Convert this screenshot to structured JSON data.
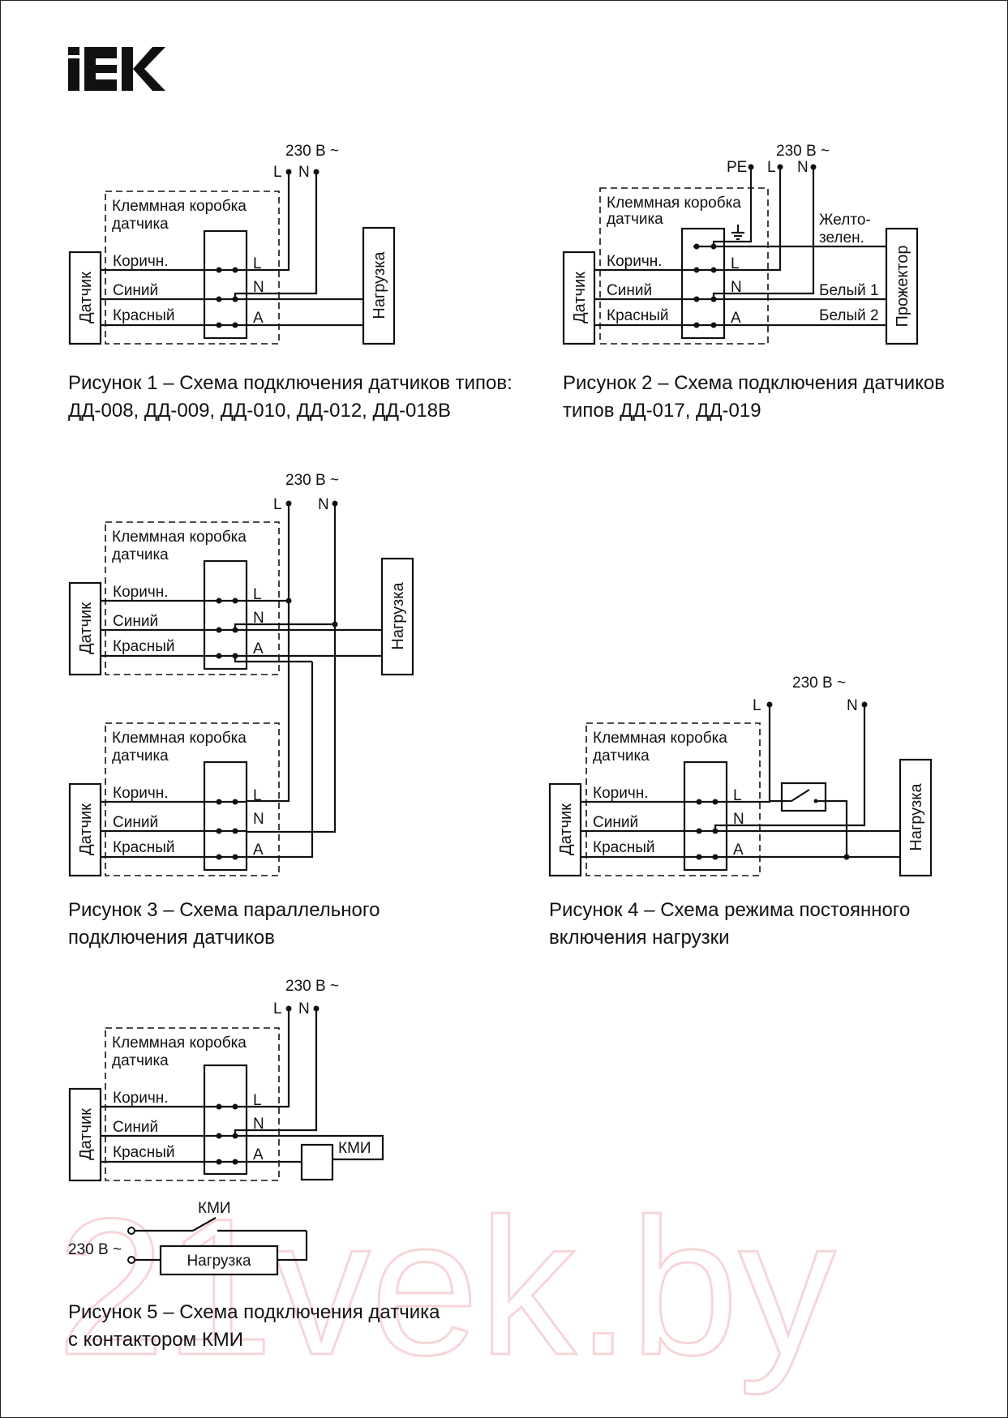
{
  "brand": {
    "logo_text": "IEK"
  },
  "common": {
    "supply": "230 В ~",
    "phase": "L",
    "neutral": "N",
    "earth": "PE",
    "junction_box": [
      "Клеммная коробка",
      "датчика"
    ],
    "sensor": "Датчик",
    "load": "Нагрузка",
    "floodlight": "Прожектор",
    "wire_brown": "Коричн.",
    "wire_blue": "Синий",
    "wire_red": "Красный",
    "terminal_l": "L",
    "terminal_n": "N",
    "terminal_a": "A",
    "yellow_green": [
      "Желто-",
      "зелен."
    ],
    "white_1": "Белый 1",
    "white_2": "Белый 2",
    "contactor": "КМИ"
  },
  "captions": {
    "fig1": [
      "Рисунок 1   – Схема подключения датчиков типов:",
      "ДД-008, ДД-009, ДД-010, ДД-012, ДД-018В"
    ],
    "fig2": [
      "Рисунок 2   – Схема подключения датчиков",
      "типов ДД-017, ДД-019"
    ],
    "fig3": [
      "Рисунок 3   – Схема параллельного",
      "подключения датчиков"
    ],
    "fig4": [
      "Рисунок 4   – Схема режима постоянного",
      "включения нагрузки"
    ],
    "fig5": [
      "Рисунок 5   – Схема подключения датчика",
      "с контактором КМИ"
    ]
  },
  "watermark": "21vek.by"
}
